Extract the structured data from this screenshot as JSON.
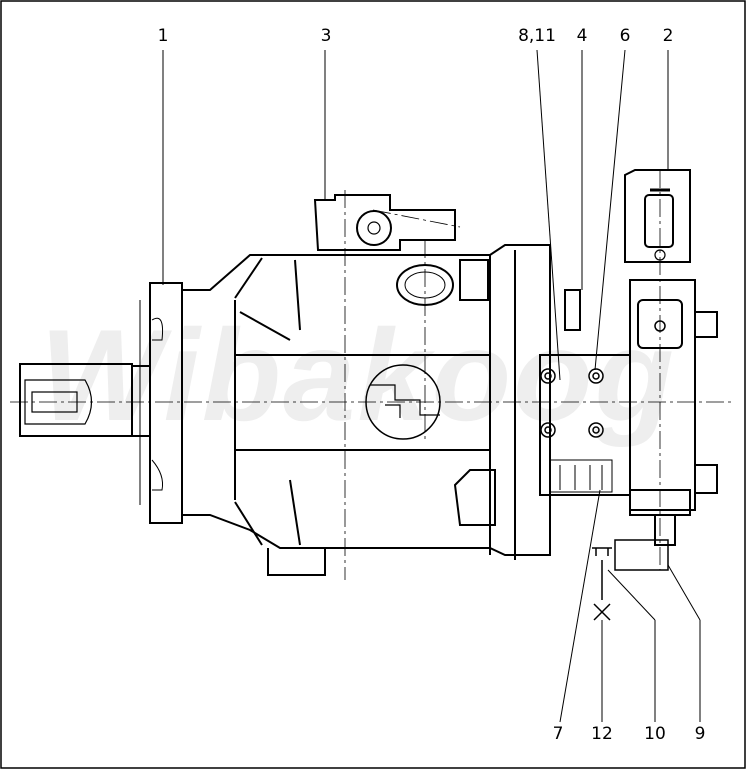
{
  "watermark": "Wibakoog",
  "callouts": {
    "top": [
      "1",
      "3",
      "8,11",
      "4",
      "6",
      "2"
    ],
    "bottom": [
      "7",
      "12",
      "10",
      "9"
    ]
  },
  "colors": {
    "line": "#000000",
    "watermark": "#eeeeee"
  }
}
